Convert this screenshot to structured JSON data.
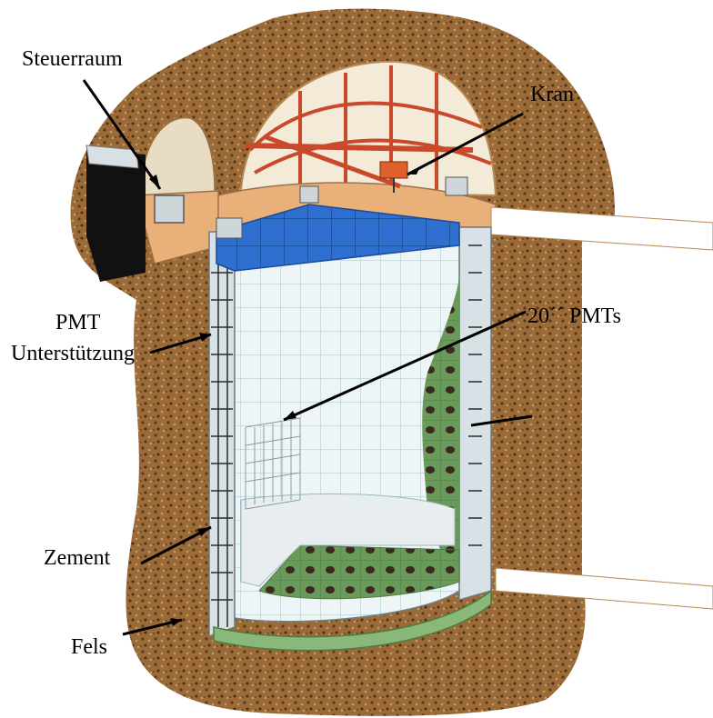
{
  "labels": {
    "control_room": "Steuerraum",
    "crane": "Kran",
    "pmt_support_line1": "PMT",
    "pmt_support_line2": "Unterstützung",
    "pmts": "20´´ PMTs",
    "cement": "Zement",
    "rock": "Fels"
  },
  "colors": {
    "rock": "#9a6a38",
    "rock_dark": "#5b3a18",
    "rock_light": "#c99a60",
    "water_tank": "#eef5f6",
    "tank_grid": "#9ab8c0",
    "top_band": "#2f6fd0",
    "crane_beam": "#c84a2a",
    "cavern_floor": "#e9b07a",
    "pmt_green": "#6a9a5a",
    "pmt_dot": "#3a2a20",
    "bottom_ring": "#8ab87a",
    "steel": "#d7e1e6"
  }
}
